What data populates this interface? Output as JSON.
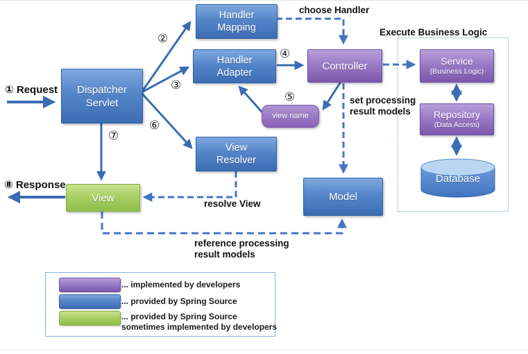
{
  "colors": {
    "blue_node": "#3c6cb2",
    "purple_node": "#7d57ad",
    "green_node": "#8fbe4a",
    "solid_connector": "#3a6cb4",
    "dashed_connector": "#4276c4",
    "region_border": "#6b9bd2",
    "legend_border": "#85aedd"
  },
  "nodes": {
    "dispatcher_servlet": {
      "label": "Dispatcher\nServlet"
    },
    "handler_mapping": {
      "label": "Handler\nMapping"
    },
    "handler_adapter": {
      "label": "Handler\nAdapter"
    },
    "controller": {
      "label": "Controller"
    },
    "view_name": {
      "label": "view name"
    },
    "view_resolver": {
      "label": "View\nResolver"
    },
    "view": {
      "label": "View"
    },
    "model": {
      "label": "Model"
    },
    "service": {
      "label": "Service",
      "sublabel": "(Business Logic)"
    },
    "repository": {
      "label": "Repository",
      "sublabel": "(Data Access)"
    },
    "database": {
      "label": "Database"
    }
  },
  "steps": {
    "request_label": "① Request",
    "response_label": "⑧ Response",
    "n2": "②",
    "n3": "③",
    "n4": "④",
    "n5": "⑤",
    "n6": "⑥",
    "n7": "⑦"
  },
  "annotations": {
    "choose_handler": "choose Handler",
    "execute_business_logic": "Execute Business Logic",
    "set_processing": "set processing\nresult models",
    "resolve_view": "resolve View",
    "reference_processing": "reference processing\nresult models"
  },
  "legend": {
    "items": [
      {
        "swatch": "purple",
        "text": "... implemented by developers"
      },
      {
        "swatch": "blue",
        "text": "... provided by Spring Source"
      },
      {
        "swatch": "green",
        "text": "... provided by Spring Source\nsometimes implemented by developers"
      }
    ]
  }
}
